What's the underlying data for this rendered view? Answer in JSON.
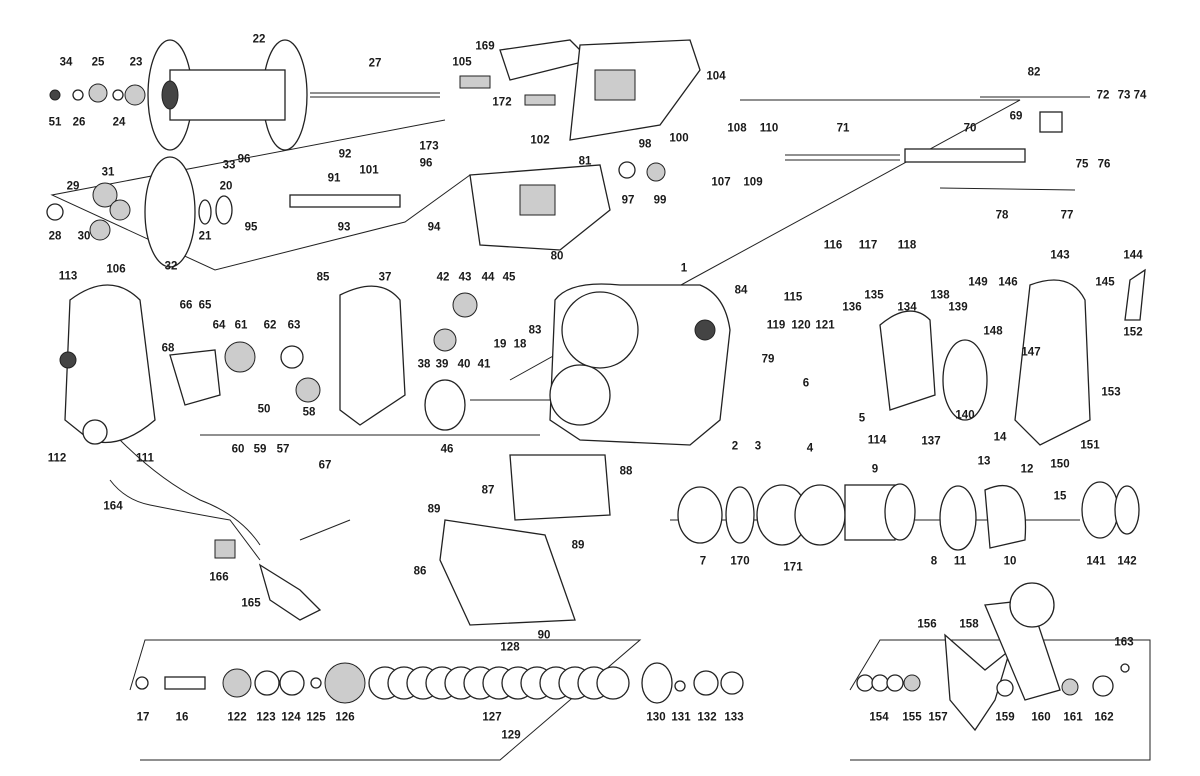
{
  "labels": {
    "l1": "1",
    "l2": "2",
    "l3": "3",
    "l4": "4",
    "l5": "5",
    "l6": "6",
    "l7": "7",
    "l8": "8",
    "l9": "9",
    "l10": "10",
    "l11": "11",
    "l12": "12",
    "l13": "13",
    "l14": "14",
    "l15": "15",
    "l16": "16",
    "l17": "17",
    "l18": "18",
    "l19": "19",
    "l20": "20",
    "l21": "21",
    "l22": "22",
    "l23": "23",
    "l24": "24",
    "l25": "25",
    "l26": "26",
    "l27": "27",
    "l28": "28",
    "l29": "29",
    "l30": "30",
    "l31": "31",
    "l32": "32",
    "l33": "33",
    "l34": "34",
    "l37": "37",
    "l38": "38",
    "l39": "39",
    "l40": "40",
    "l41": "41",
    "l42": "42",
    "l43": "43",
    "l44": "44",
    "l45": "45",
    "l46": "46",
    "l50": "50",
    "l51": "51",
    "l57": "57",
    "l58": "58",
    "l59": "59",
    "l60": "60",
    "l61": "61",
    "l62": "62",
    "l63": "63",
    "l64": "64",
    "l65": "65",
    "l66": "66",
    "l67": "67",
    "l68": "68",
    "l69": "69",
    "l70": "70",
    "l71": "71",
    "l72": "72",
    "l73": "73",
    "l74": "74",
    "l75": "75",
    "l76": "76",
    "l77": "77",
    "l78": "78",
    "l79": "79",
    "l80": "80",
    "l81": "81",
    "l82": "82",
    "l83": "83",
    "l84": "84",
    "l85": "85",
    "l86": "86",
    "l87": "87",
    "l88": "88",
    "l89a": "89",
    "l89b": "89",
    "l90": "90",
    "l91": "91",
    "l92": "92",
    "l93": "93",
    "l94": "94",
    "l95": "95",
    "l96a": "96",
    "l96b": "96",
    "l97": "97",
    "l98": "98",
    "l99": "99",
    "l100": "100",
    "l101": "101",
    "l102": "102",
    "l104": "104",
    "l105": "105",
    "l106": "106",
    "l107": "107",
    "l108": "108",
    "l109": "109",
    "l110": "110",
    "l111": "111",
    "l112": "112",
    "l113": "113",
    "l114": "114",
    "l115": "115",
    "l116": "116",
    "l117": "117",
    "l118": "118",
    "l119": "119",
    "l120": "120",
    "l121": "121",
    "l122": "122",
    "l123": "123",
    "l124": "124",
    "l125": "125",
    "l126": "126",
    "l127": "127",
    "l128": "128",
    "l129": "129",
    "l130": "130",
    "l131": "131",
    "l132": "132",
    "l133": "133",
    "l134": "134",
    "l135": "135",
    "l136": "136",
    "l137": "137",
    "l138": "138",
    "l139": "139",
    "l140": "140",
    "l141": "141",
    "l142": "142",
    "l143": "143",
    "l144": "144",
    "l145": "145",
    "l146": "146",
    "l147": "147",
    "l148": "148",
    "l149": "149",
    "l150": "150",
    "l151": "151",
    "l152": "152",
    "l153": "153",
    "l154": "154",
    "l155": "155",
    "l156": "156",
    "l157": "157",
    "l158": "158",
    "l159": "159",
    "l160": "160",
    "l161": "161",
    "l162": "162",
    "l163": "163",
    "l164": "164",
    "l165": "165",
    "l166": "166",
    "l169": "169",
    "l170": "170",
    "l171": "171",
    "l172": "172",
    "l173": "173"
  }
}
